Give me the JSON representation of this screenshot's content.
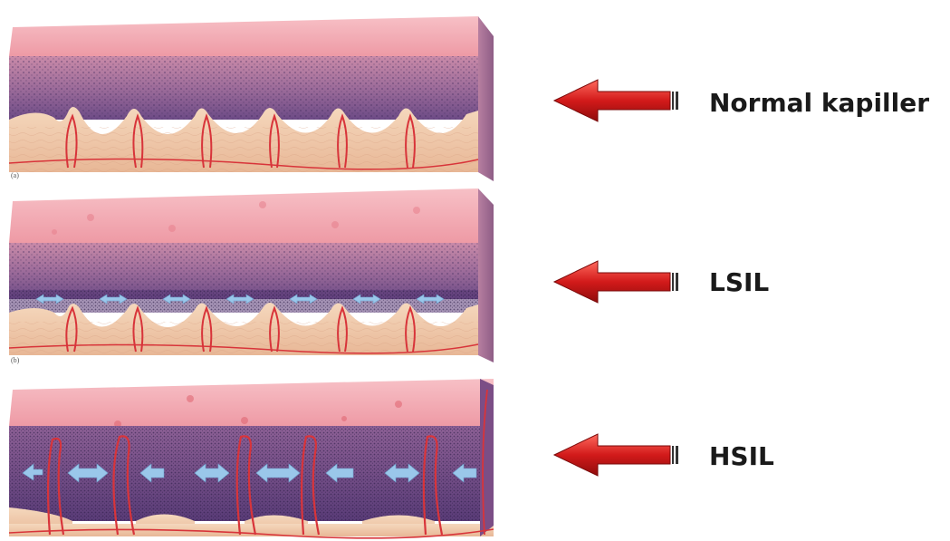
{
  "panels": [
    {
      "caption": "(a)",
      "label": "Normal kapiller"
    },
    {
      "caption": "(b)",
      "label": "LSIL"
    },
    {
      "caption": "",
      "label": "HSIL"
    }
  ],
  "colors": {
    "surface_pink": "#f2a3ad",
    "epithelium_purple": "#8a5a8f",
    "basal_dark": "#5b3b78",
    "stroma_peach": "#f2cfb0",
    "vessel_red": "#d8343a",
    "arrow_red": "#d21a1a",
    "expansion_arrow": "#9ac7ea"
  },
  "icons": {
    "pointer_arrow": "left-pointing red arrow",
    "expansion_arrow": "light blue double-headed arrow"
  }
}
